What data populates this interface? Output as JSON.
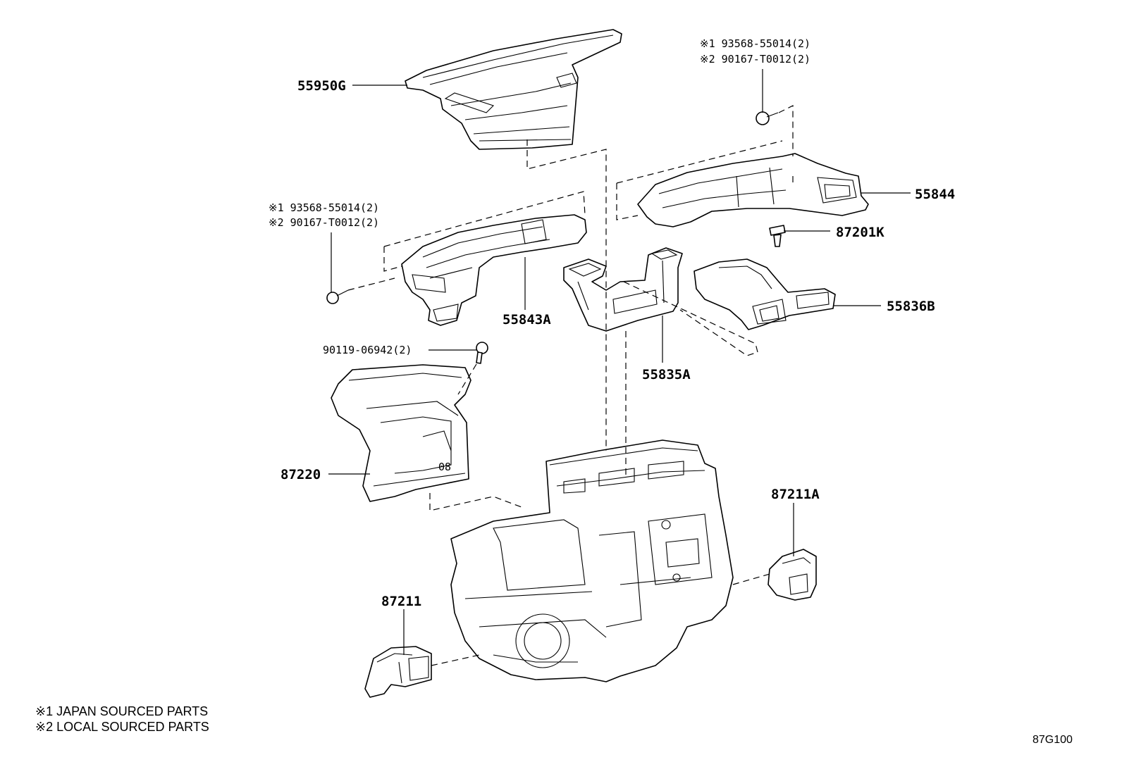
{
  "diagram": {
    "parts": [
      {
        "id": "55950G",
        "label": "55950G"
      },
      {
        "id": "55844",
        "label": "55844"
      },
      {
        "id": "87201K",
        "label": "87201K"
      },
      {
        "id": "55843A",
        "label": "55843A"
      },
      {
        "id": "55836B",
        "label": "55836B"
      },
      {
        "id": "55835A",
        "label": "55835A"
      },
      {
        "id": "87220",
        "label": "87220"
      },
      {
        "id": "87211A",
        "label": "87211A"
      },
      {
        "id": "87211",
        "label": "87211"
      }
    ],
    "fasteners": {
      "upper_right": {
        "line1": "※1 93568-55014(2)",
        "line2": "※2 90167-T0012(2)"
      },
      "left": {
        "line1": "※1 93568-55014(2)",
        "line2": "※2 90167-T0012(2)"
      },
      "screw": "90119-06942(2)"
    },
    "notes": [
      "※1 JAPAN SOURCED PARTS",
      "※2 LOCAL SOURCED PARTS"
    ],
    "figure_code": "87G100"
  }
}
